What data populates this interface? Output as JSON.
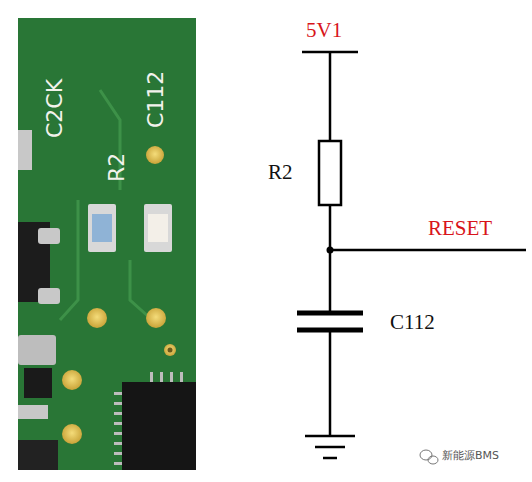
{
  "diagram": {
    "labels": [
      "C2CK",
      "R2",
      "C112",
      "5V1",
      "R2",
      "RESET",
      "C112",
      "新能源BMS"
    ]
  }
}
